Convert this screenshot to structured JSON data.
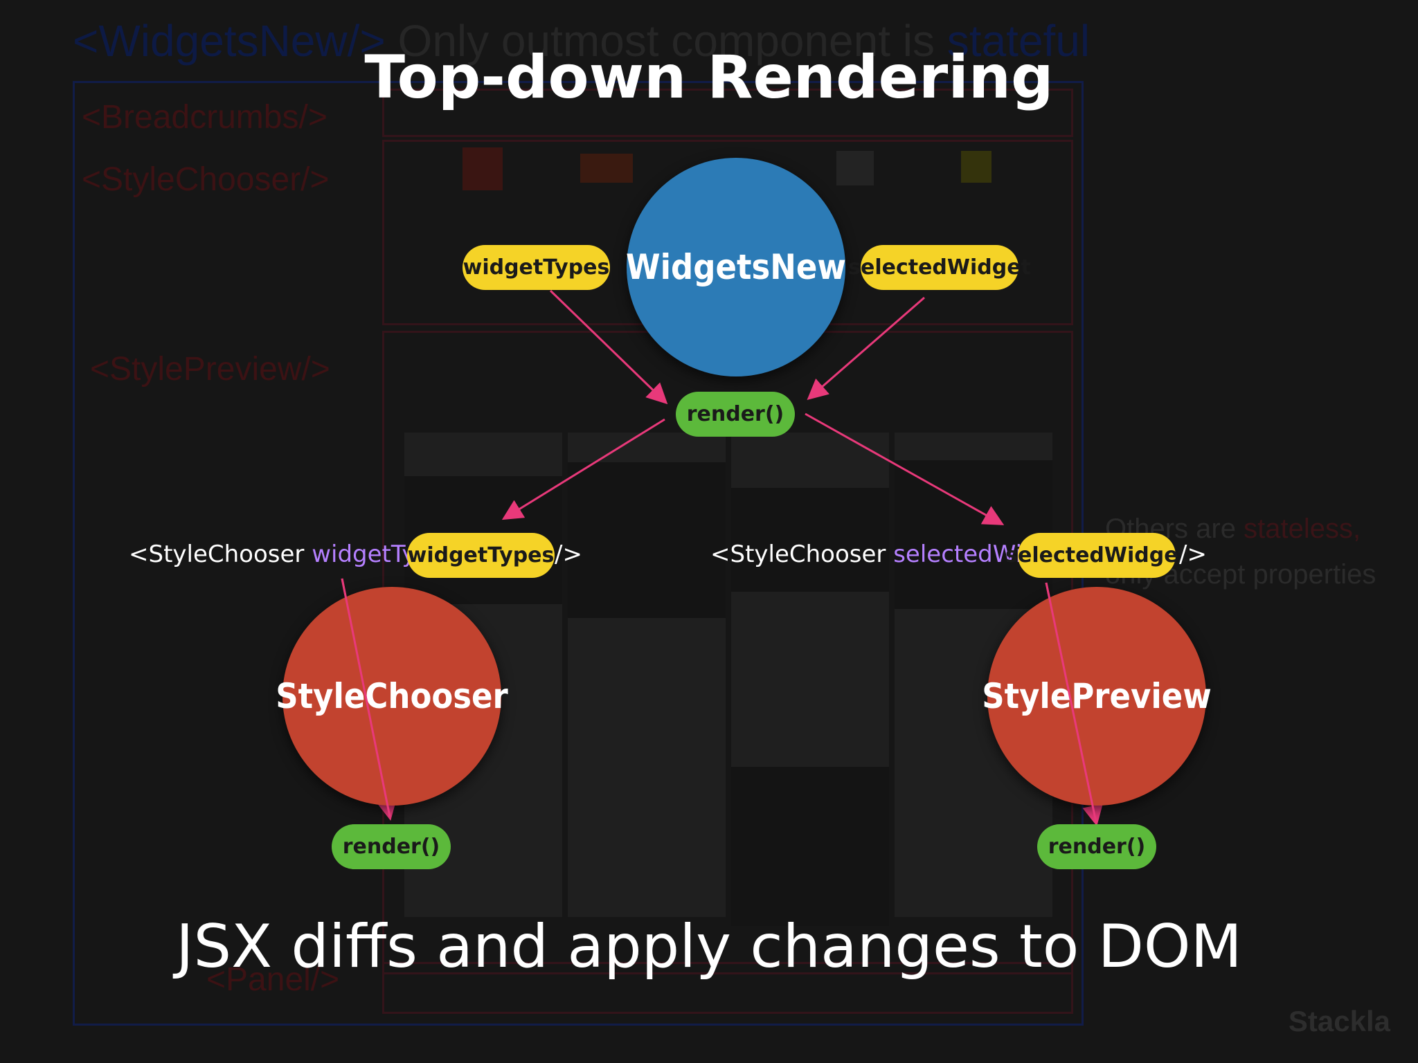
{
  "background": {
    "title_tag": "<WidgetsNew/>",
    "title_text": "Only outmost component is",
    "title_highlight": "stateful",
    "labels": {
      "breadcrumbs": "<Breadcrumbs/>",
      "style_chooser": "<StyleChooser/>",
      "style_preview": "<StylePreview/>",
      "panel": "<Panel/>"
    },
    "note_line1_a": "Others are",
    "note_line1_b": "stateless,",
    "note_line2": "only accept properties",
    "logo": "Stackla"
  },
  "diagram": {
    "title": "Top-down Rendering",
    "root": "WidgetsNew",
    "state_left": "widgetTypes",
    "state_right": "selectedWidget",
    "root_render": "render()",
    "jsx_left_open": "<StyleChooser",
    "jsx_left_prop": "widgetTypes",
    "jsx_left_value": "widgetTypes",
    "jsx_right_open": "<StyleChooser",
    "jsx_right_prop": "selectedWidget",
    "jsx_right_value": "selectedWidget",
    "jsx_eq": "=",
    "jsx_close": "/>",
    "child_left": "StyleChooser",
    "child_right": "StylePreview",
    "child_left_render": "render()",
    "child_right_render": "render()",
    "caption": "JSX diffs and apply changes to DOM"
  },
  "colors": {
    "root_circle": "#2c7bb6",
    "child_circle": "#c2432f",
    "state_pill": "#f5d327",
    "render_pill": "#5cb93b",
    "arrow": "#e8397a",
    "prop_text": "#b580ff"
  }
}
